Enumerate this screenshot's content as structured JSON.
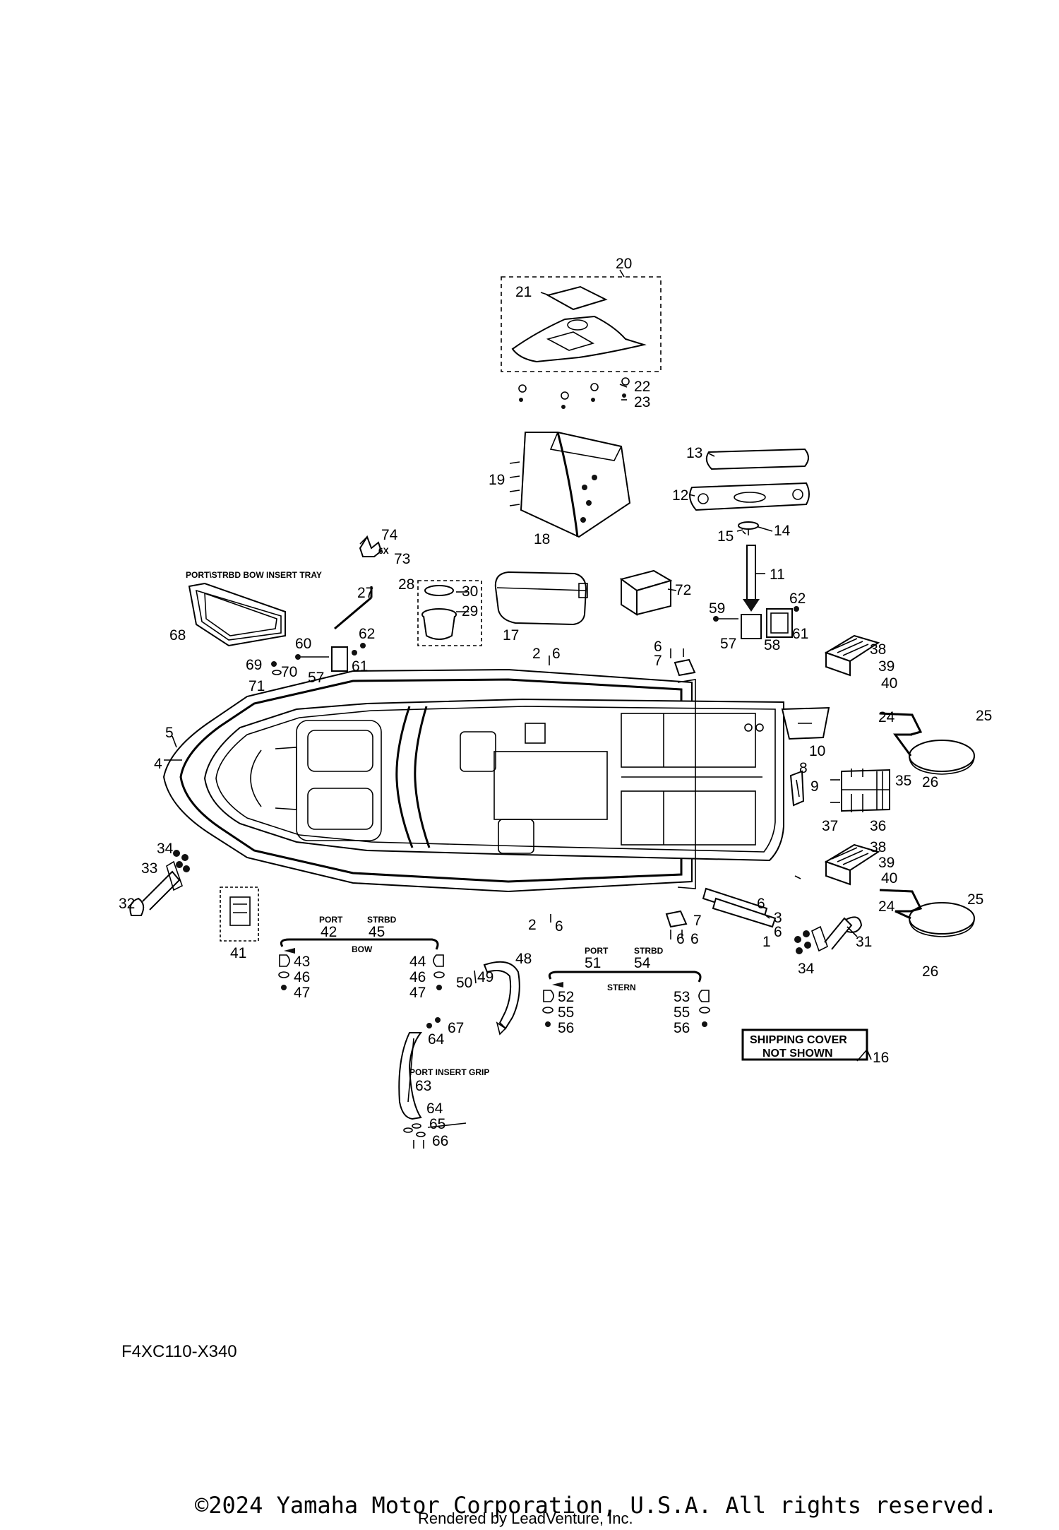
{
  "diagram_code": "F4XC110-X340",
  "copyright": "©2024 Yamaha Motor Corporation, U.S.A. All rights reserved.",
  "rendered_by": "Rendered by LeadVenture, Inc.",
  "annotations": {
    "bow_insert_tray": "PORT\\STRBD BOW INSERT TRAY",
    "port_insert_grip": "PORT INSERT GRIP",
    "shipping_cover_1": "SHIPPING COVER",
    "shipping_cover_2": "NOT SHOWN",
    "port_a": "PORT",
    "strbd_a": "STRBD",
    "bow": "BOW",
    "port_b": "PORT",
    "strbd_b": "STRBD",
    "stern": "STERN",
    "qty_6x": "6X"
  },
  "callouts": [
    {
      "id": "c1",
      "text": "1"
    },
    {
      "id": "c2a",
      "text": "2"
    },
    {
      "id": "c2b",
      "text": "2"
    },
    {
      "id": "c3",
      "text": "3"
    },
    {
      "id": "c4",
      "text": "4"
    },
    {
      "id": "c5",
      "text": "5"
    },
    {
      "id": "c6a",
      "text": "6"
    },
    {
      "id": "c6b",
      "text": "6"
    },
    {
      "id": "c6c",
      "text": "6"
    },
    {
      "id": "c6d",
      "text": "6"
    },
    {
      "id": "c6e",
      "text": "6"
    },
    {
      "id": "c6f",
      "text": "6"
    },
    {
      "id": "c6g",
      "text": "6"
    },
    {
      "id": "c7a",
      "text": "7"
    },
    {
      "id": "c7b",
      "text": "7"
    },
    {
      "id": "c8",
      "text": "8"
    },
    {
      "id": "c9",
      "text": "9"
    },
    {
      "id": "c10",
      "text": "10"
    },
    {
      "id": "c11",
      "text": "11"
    },
    {
      "id": "c12",
      "text": "12"
    },
    {
      "id": "c13",
      "text": "13"
    },
    {
      "id": "c14",
      "text": "14"
    },
    {
      "id": "c15",
      "text": "15"
    },
    {
      "id": "c16",
      "text": "16"
    },
    {
      "id": "c17",
      "text": "17"
    },
    {
      "id": "c18",
      "text": "18"
    },
    {
      "id": "c19",
      "text": "19"
    },
    {
      "id": "c20",
      "text": "20"
    },
    {
      "id": "c21",
      "text": "21"
    },
    {
      "id": "c22",
      "text": "22"
    },
    {
      "id": "c23",
      "text": "23"
    },
    {
      "id": "c24a",
      "text": "24"
    },
    {
      "id": "c24b",
      "text": "24"
    },
    {
      "id": "c25a",
      "text": "25"
    },
    {
      "id": "c25b",
      "text": "25"
    },
    {
      "id": "c26a",
      "text": "26"
    },
    {
      "id": "c26b",
      "text": "26"
    },
    {
      "id": "c27",
      "text": "27"
    },
    {
      "id": "c28",
      "text": "28"
    },
    {
      "id": "c29",
      "text": "29"
    },
    {
      "id": "c30",
      "text": "30"
    },
    {
      "id": "c31",
      "text": "31"
    },
    {
      "id": "c32",
      "text": "32"
    },
    {
      "id": "c33",
      "text": "33"
    },
    {
      "id": "c34a",
      "text": "34"
    },
    {
      "id": "c34b",
      "text": "34"
    },
    {
      "id": "c35",
      "text": "35"
    },
    {
      "id": "c36",
      "text": "36"
    },
    {
      "id": "c37",
      "text": "37"
    },
    {
      "id": "c38a",
      "text": "38"
    },
    {
      "id": "c38b",
      "text": "38"
    },
    {
      "id": "c39a",
      "text": "39"
    },
    {
      "id": "c39b",
      "text": "39"
    },
    {
      "id": "c40a",
      "text": "40"
    },
    {
      "id": "c40b",
      "text": "40"
    },
    {
      "id": "c41",
      "text": "41"
    },
    {
      "id": "c42",
      "text": "42"
    },
    {
      "id": "c43",
      "text": "43"
    },
    {
      "id": "c44",
      "text": "44"
    },
    {
      "id": "c45",
      "text": "45"
    },
    {
      "id": "c46a",
      "text": "46"
    },
    {
      "id": "c46b",
      "text": "46"
    },
    {
      "id": "c47a",
      "text": "47"
    },
    {
      "id": "c47b",
      "text": "47"
    },
    {
      "id": "c48",
      "text": "48"
    },
    {
      "id": "c49",
      "text": "49"
    },
    {
      "id": "c50",
      "text": "50"
    },
    {
      "id": "c51",
      "text": "51"
    },
    {
      "id": "c52",
      "text": "52"
    },
    {
      "id": "c53",
      "text": "53"
    },
    {
      "id": "c54",
      "text": "54"
    },
    {
      "id": "c55a",
      "text": "55"
    },
    {
      "id": "c55b",
      "text": "55"
    },
    {
      "id": "c56a",
      "text": "56"
    },
    {
      "id": "c56b",
      "text": "56"
    },
    {
      "id": "c57a",
      "text": "57"
    },
    {
      "id": "c57b",
      "text": "57"
    },
    {
      "id": "c58",
      "text": "58"
    },
    {
      "id": "c59",
      "text": "59"
    },
    {
      "id": "c60",
      "text": "60"
    },
    {
      "id": "c61a",
      "text": "61"
    },
    {
      "id": "c61b",
      "text": "61"
    },
    {
      "id": "c62a",
      "text": "62"
    },
    {
      "id": "c62b",
      "text": "62"
    },
    {
      "id": "c63",
      "text": "63"
    },
    {
      "id": "c64a",
      "text": "64"
    },
    {
      "id": "c64b",
      "text": "64"
    },
    {
      "id": "c65",
      "text": "65"
    },
    {
      "id": "c66",
      "text": "66"
    },
    {
      "id": "c67",
      "text": "67"
    },
    {
      "id": "c68",
      "text": "68"
    },
    {
      "id": "c69",
      "text": "69"
    },
    {
      "id": "c70",
      "text": "70"
    },
    {
      "id": "c71",
      "text": "71"
    },
    {
      "id": "c72",
      "text": "72"
    },
    {
      "id": "c73",
      "text": "73"
    },
    {
      "id": "c74",
      "text": "74"
    }
  ]
}
